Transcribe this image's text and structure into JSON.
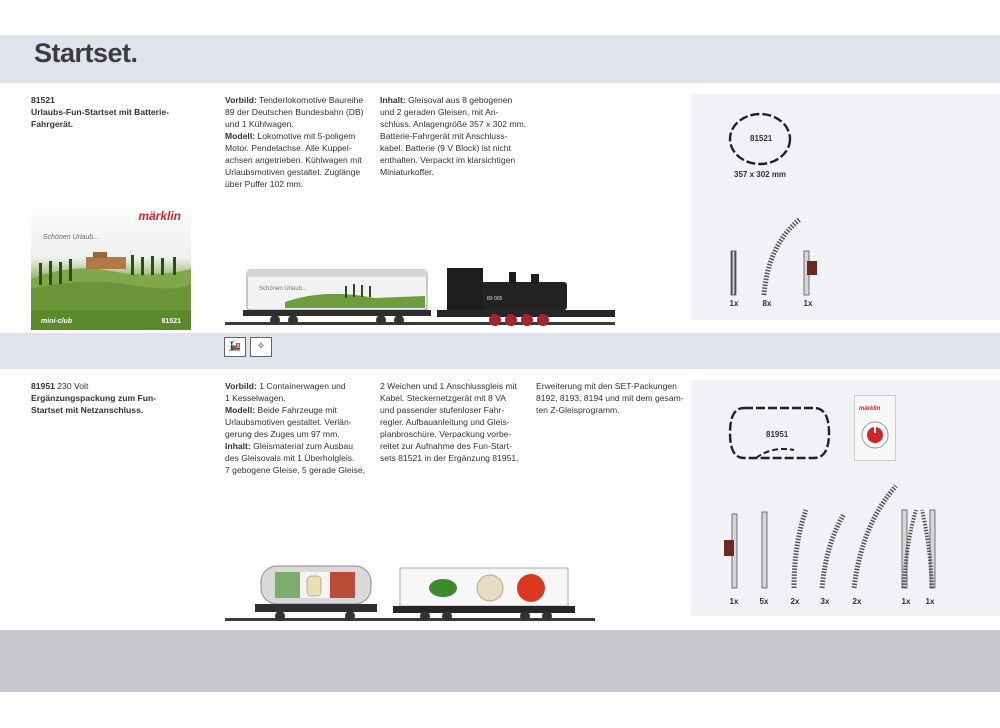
{
  "page": {
    "title": "Startset."
  },
  "set1": {
    "number": "81521",
    "name_lines": [
      "Urlaubs-Fun-Startset mit Batterie-",
      "Fahrgerät."
    ],
    "col2": [
      {
        "b": "Vorbild:",
        "t": " Tenderlokomotive Baureihe"
      },
      {
        "b": "",
        "t": "89 der Deutschen Bundesbahn (DB)"
      },
      {
        "b": "",
        "t": "und 1 Kühlwagen."
      },
      {
        "b": "Modell:",
        "t": " Lokomotive mit 5-poligem"
      },
      {
        "b": "",
        "t": "Motor. Pendelachse. Alle Kuppel-"
      },
      {
        "b": "",
        "t": "achsen angetrieben. Kühlwagen mit"
      },
      {
        "b": "",
        "t": "Urlaubsmotiven gestaltet. Zuglänge"
      },
      {
        "b": "",
        "t": "über Puffer 102 mm."
      }
    ],
    "col3": [
      {
        "b": "Inhalt:",
        "t": " Gleisoval aus 8 gebogenen"
      },
      {
        "b": "",
        "t": "und 2 geraden Gleisen, mit An-"
      },
      {
        "b": "",
        "t": "schluss. Anlagengröße 357 x 302 mm."
      },
      {
        "b": "",
        "t": "Batterie-Fahrgerät mit Anschluss-"
      },
      {
        "b": "",
        "t": "kabel. Batterie (9 V Block) ist nicht"
      },
      {
        "b": "",
        "t": "enthalten. Verpackt im klarsichtigen"
      },
      {
        "b": "",
        "t": "Miniaturkoffer."
      }
    ],
    "package": {
      "brand": "märklin",
      "greeting": "Schönen Urlaub...",
      "series": "mini-club",
      "number": "81521"
    },
    "wagon_text": "Schönen Urlaub...",
    "loco_number": "89 005",
    "layout_label": "81521",
    "layout_size": "357 x 302 mm",
    "counts": [
      "1x",
      "8x",
      "1x"
    ]
  },
  "set2": {
    "number": "81951",
    "voltage": " 230 Volt",
    "name_lines": [
      "Ergänzungspackung zum Fun-",
      "Startset mit Netzanschluss."
    ],
    "col2": [
      {
        "b": "Vorbild:",
        "t": " 1 Containerwagen und"
      },
      {
        "b": "",
        "t": "1 Kesselwagen."
      },
      {
        "b": "Modell:",
        "t": " Beide Fahrzeuge mit"
      },
      {
        "b": "",
        "t": "Urlaubsmotiven gestaltet. Verlän-"
      },
      {
        "b": "",
        "t": "gerung des Zuges um 97 mm."
      },
      {
        "b": "Inhalt:",
        "t": " Gleismaterial zum Ausbau"
      },
      {
        "b": "",
        "t": "des Gleisovals mit 1 Überholgleis."
      },
      {
        "b": "",
        "t": "7 gebogene Gleise, 5 gerade Gleise,"
      }
    ],
    "col3": [
      {
        "b": "",
        "t": "2 Weichen und 1 Anschlussgleis mit"
      },
      {
        "b": "",
        "t": "Kabel. Steckernetzgerät mit 8 VA"
      },
      {
        "b": "",
        "t": "und passender stufenloser Fahr-"
      },
      {
        "b": "",
        "t": "regler. Aufbauanleitung und Gleis-"
      },
      {
        "b": "",
        "t": "planbroschüre. Verpackung vorbe-"
      },
      {
        "b": "",
        "t": "reitet zur Aufnahme des Fun-Start-"
      },
      {
        "b": "",
        "t": "sets 81521 in der Ergänzung 81951."
      }
    ],
    "col4": [
      {
        "b": "",
        "t": "Erweiterung mit den SET-Packungen"
      },
      {
        "b": "",
        "t": "8192, 8193, 8194 und mit dem gesam-"
      },
      {
        "b": "",
        "t": "ten Z-Gleisprogramm."
      }
    ],
    "layout_label": "81951",
    "controller_brand": "märklin",
    "counts": [
      "1x",
      "5x",
      "2x",
      "3x",
      "2x",
      "1x",
      "1x"
    ]
  },
  "icons": [
    "locomotive-icon",
    "spare-parts-icon"
  ]
}
